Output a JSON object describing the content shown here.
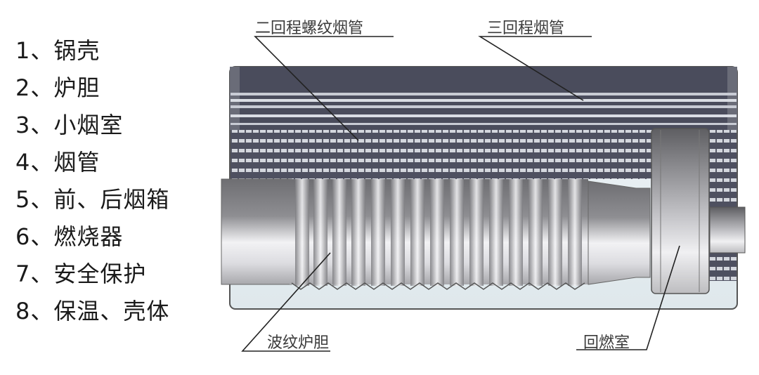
{
  "legend": {
    "items": [
      {
        "num": "1",
        "label": "1、锅壳"
      },
      {
        "num": "2",
        "label": "2、炉胆"
      },
      {
        "num": "3",
        "label": "3、小烟室"
      },
      {
        "num": "4",
        "label": "4、烟管"
      },
      {
        "num": "5",
        "label": "5、前、后烟箱"
      },
      {
        "num": "6",
        "label": "6、燃烧器"
      },
      {
        "num": "7",
        "label": "7、安全保护"
      },
      {
        "num": "8",
        "label": "8、保温、壳体"
      }
    ]
  },
  "callouts": {
    "second_pass_tubes": "二回程螺纹烟管",
    "third_pass_tubes": "三回程烟管",
    "corrugated_furnace": "波纹炉胆",
    "reversal_chamber": "回燃室"
  },
  "colors": {
    "shell_dark": "#4a4c5c",
    "tube_light": "#d8dbe2",
    "furnace_light": "#e8e8ea",
    "furnace_dark": "#7a7a7e",
    "text": "#1a1a1a",
    "leader": "#222222"
  }
}
